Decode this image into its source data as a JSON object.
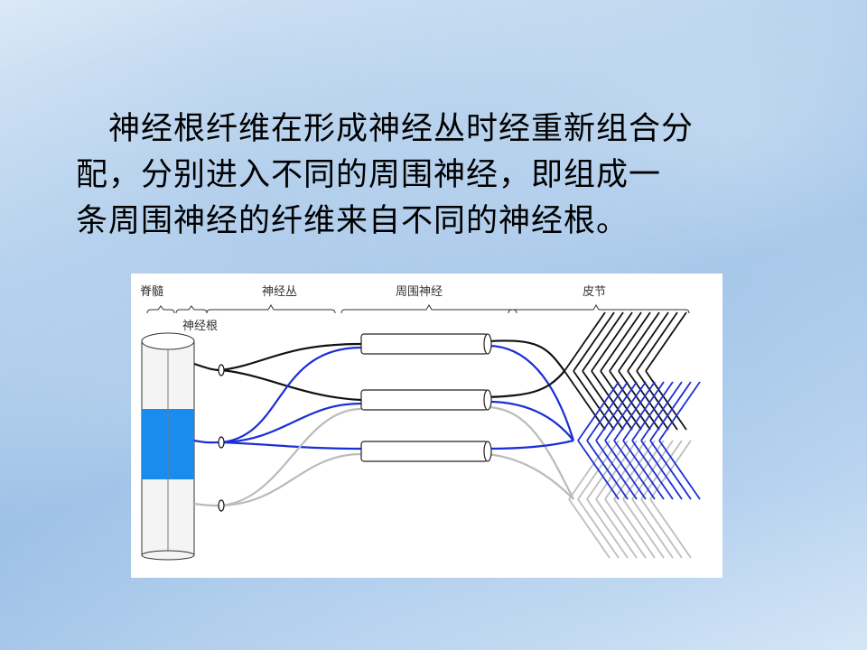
{
  "paragraph": {
    "lines": [
      "　神经根纤维在形成神经丛时经重新组合分",
      "配，分别进入不同的周围神经，即组成一",
      "条周围神经的纤维来自不同的神经根。"
    ]
  },
  "figure": {
    "labels": {
      "spinal_cord": "脊髓",
      "nerve_root": "神经根",
      "plexus": "神经丛",
      "peripheral_nerve": "周围神经",
      "dermatome": "皮节"
    },
    "colors": {
      "black": "#111111",
      "blue": "#1a2fd6",
      "gray": "#bdbdbd",
      "cord_blue": "#1a8cf0"
    }
  }
}
